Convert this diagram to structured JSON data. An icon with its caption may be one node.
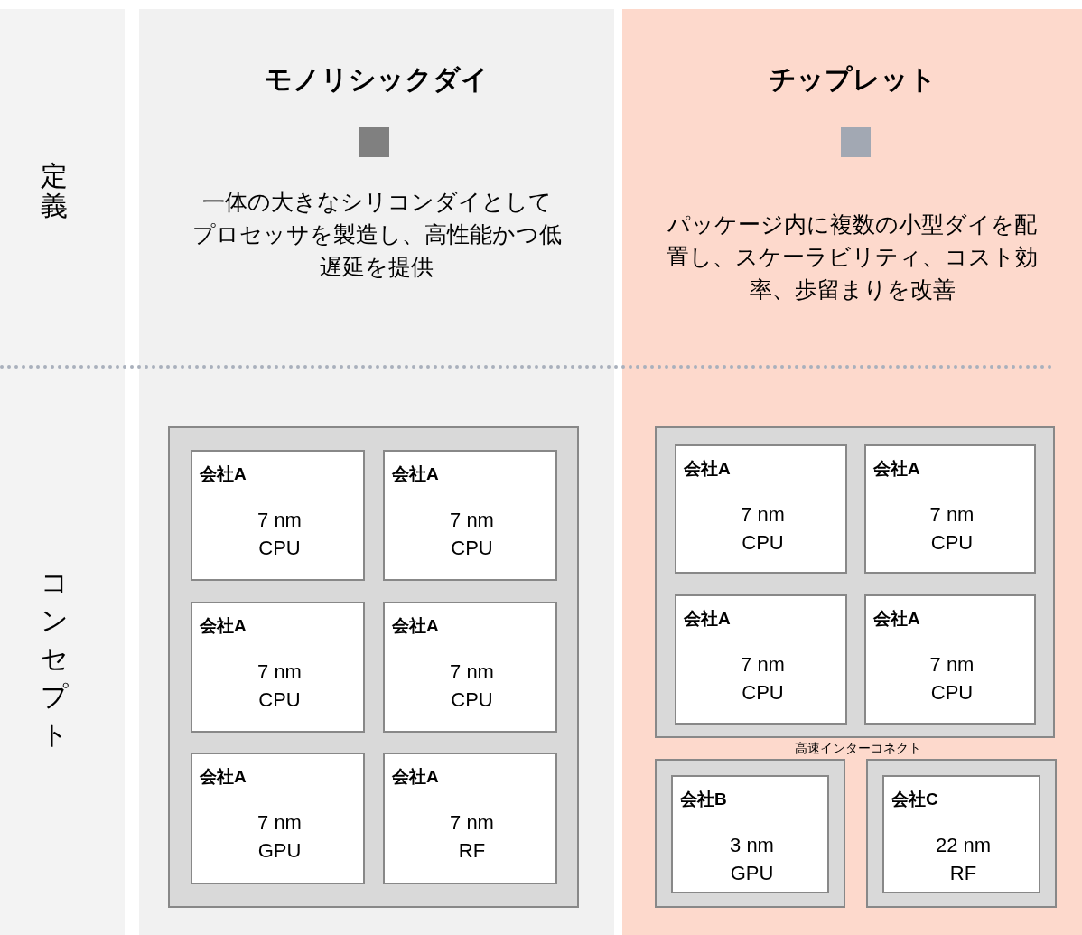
{
  "diagram": {
    "nodes": [
      {
        "text": [
          "定義",
          "コンセプト"
        ]
      },
      {
        "text": [
          "モノリシックダイ",
          "一体の大きなシリコンダイとしてプロセッサを製造し、高性能かつ低遅延を提供"
        ]
      },
      {
        "text": [
          "チップレット",
          "パッケージ内に複数の小型ダイを配置し、スケーラビリティ、コスト効率、歩留まりを改善"
        ]
      },
      {
        "text": [],
        "shape": "box",
        "in": 1
      },
      {
        "text": [
          "会社A",
          "7 nm CPU"
        ],
        "in": 3
      },
      {
        "text": [
          "会社A",
          "7 nm CPU"
        ],
        "in": 3
      },
      {
        "text": [
          "会社A",
          "7 nm CPU"
        ],
        "in": 3
      },
      {
        "text": [
          "会社A",
          "7 nm CPU"
        ],
        "in": 3
      },
      {
        "text": [
          "会社A",
          "7 nm GPU"
        ],
        "in": 3
      },
      {
        "text": [
          "会社A",
          "7 nm RF"
        ],
        "in": 3
      },
      {
        "text": [],
        "shape": "box",
        "in": 2
      },
      {
        "text": [
          "会社A",
          "7 nm CPU"
        ],
        "in": 10
      },
      {
        "text": [
          "会社A",
          "7 nm CPU"
        ],
        "in": 10
      },
      {
        "text": [
          "会社A",
          "7 nm CPU"
        ],
        "in": 10
      },
      {
        "text": [
          "会社A",
          "7 nm CPU"
        ],
        "in": 10
      },
      {
        "text": [],
        "shape": "box",
        "in": 2
      },
      {
        "text": [
          "会社B",
          "3 nm GPU"
        ],
        "in": 15
      },
      {
        "text": [],
        "shape": "box",
        "in": 2
      },
      {
        "text": [
          "会社C",
          "22 nm RF"
        ],
        "in": 17
      }
    ],
    "labels": [
      "高速インターコネクト"
    ]
  }
}
